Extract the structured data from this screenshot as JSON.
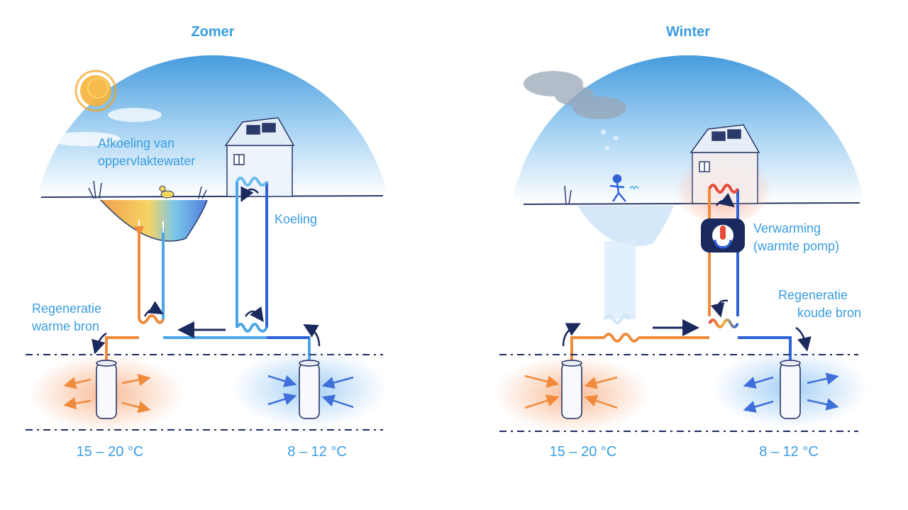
{
  "panels": {
    "summer": {
      "title": "Zomer",
      "pond_label": [
        "Afkoeling van",
        "oppervlaktewater"
      ],
      "cooling_label": "Koeling",
      "regen_label": [
        "Regeneratie",
        "warme bron"
      ],
      "warm_temp": "15 – 20 °C",
      "cold_temp": "8 – 12 °C"
    },
    "winter": {
      "title": "Winter",
      "heating_label": [
        "Verwarming",
        "(warmte pomp)"
      ],
      "regen_label": [
        "Regeneratie",
        "koude bron"
      ],
      "warm_temp": "15 – 20 °C",
      "cold_temp": "8 – 12 °C"
    }
  },
  "colors": {
    "sky_top": "#3f98dc",
    "sky_bottom": "#ffffff",
    "text_blue": "#3a9de0",
    "warm": "#f08a3c",
    "cold": "#2f62d6",
    "navy": "#1b2a5e",
    "sun": "#f4a21e"
  },
  "icons": [
    "sun-icon",
    "cloud-icon",
    "house-icon",
    "duck-icon",
    "snowflake-icon",
    "skater-icon",
    "heat-pump-icon",
    "arrow-icon"
  ]
}
